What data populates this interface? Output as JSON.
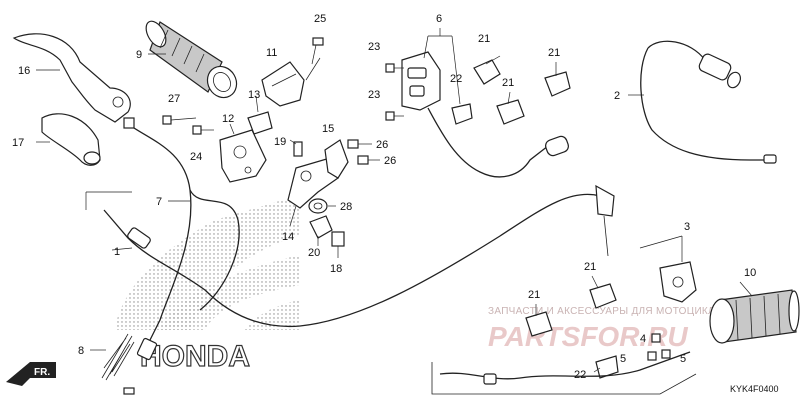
{
  "diagram": {
    "code": "KYK4F0400",
    "brand": "HONDA",
    "direction_marker": "FR.",
    "watermark_line1": "ЗАПЧАСТИ И АКСЕССУАРЫ ДЛЯ МОТОЦИКЛОВ",
    "watermark_line2": "PARTSFOR.RU",
    "callouts": [
      {
        "id": "c1",
        "text": "1"
      },
      {
        "id": "c2",
        "text": "2"
      },
      {
        "id": "c3",
        "text": "3"
      },
      {
        "id": "c4",
        "text": "4"
      },
      {
        "id": "c5a",
        "text": "5"
      },
      {
        "id": "c5b",
        "text": "5"
      },
      {
        "id": "c6",
        "text": "6"
      },
      {
        "id": "c7",
        "text": "7"
      },
      {
        "id": "c8",
        "text": "8"
      },
      {
        "id": "c9",
        "text": "9"
      },
      {
        "id": "c10",
        "text": "10"
      },
      {
        "id": "c11",
        "text": "11"
      },
      {
        "id": "c12",
        "text": "12"
      },
      {
        "id": "c13",
        "text": "13"
      },
      {
        "id": "c14",
        "text": "14"
      },
      {
        "id": "c15",
        "text": "15"
      },
      {
        "id": "c16",
        "text": "16"
      },
      {
        "id": "c17",
        "text": "17"
      },
      {
        "id": "c18",
        "text": "18"
      },
      {
        "id": "c19",
        "text": "19"
      },
      {
        "id": "c20",
        "text": "20"
      },
      {
        "id": "c21a",
        "text": "21"
      },
      {
        "id": "c21b",
        "text": "21"
      },
      {
        "id": "c21c",
        "text": "21"
      },
      {
        "id": "c21d",
        "text": "21"
      },
      {
        "id": "c21e",
        "text": "21"
      },
      {
        "id": "c22a",
        "text": "22"
      },
      {
        "id": "c22b",
        "text": "22"
      },
      {
        "id": "c23a",
        "text": "23"
      },
      {
        "id": "c23b",
        "text": "23"
      },
      {
        "id": "c24",
        "text": "24"
      },
      {
        "id": "c25",
        "text": "25"
      },
      {
        "id": "c26a",
        "text": "26"
      },
      {
        "id": "c26b",
        "text": "26"
      },
      {
        "id": "c27",
        "text": "27"
      },
      {
        "id": "c28",
        "text": "28"
      }
    ]
  }
}
